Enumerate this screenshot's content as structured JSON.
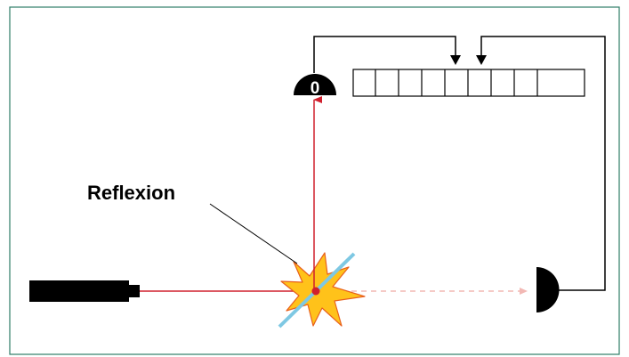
{
  "diagram": {
    "annotation_label": "Reflexion",
    "detector_top_value": "0",
    "register_cell_count": 9,
    "colors": {
      "frame": "#2e7d68",
      "beam": "#d0202e",
      "beam_faded": "#f2b8b4",
      "splitter": "#7ec8e3",
      "flash_fill": "#ffc21a",
      "flash_stroke": "#e8601c",
      "ink": "#000000"
    },
    "icons": {
      "laser": "laser-source-icon",
      "beam_splitter": "beam-splitter-icon",
      "flash": "reflection-flash-icon",
      "detector_top": "detector-top-icon",
      "detector_right": "detector-right-icon"
    }
  }
}
